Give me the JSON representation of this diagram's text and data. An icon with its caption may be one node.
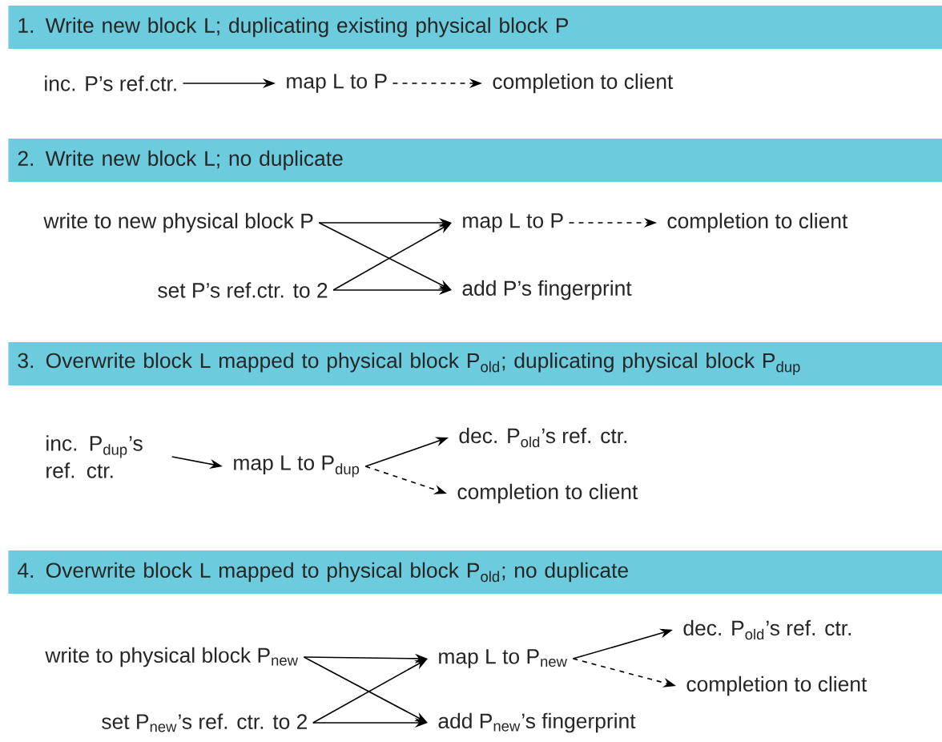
{
  "diagram": {
    "nodes": [
      {
        "text": [
          "1. Write new block L; duplicating existing physical block P"
        ]
      },
      {
        "text": [
          "inc. P’s ref.ctr."
        ]
      },
      {
        "text": [
          "map L to P"
        ]
      },
      {
        "text": [
          "completion to client"
        ]
      },
      {
        "text": [
          "2. Write new block L; no duplicate"
        ]
      },
      {
        "text": [
          "write to new physical block P"
        ]
      },
      {
        "text": [
          "map L to P"
        ]
      },
      {
        "text": [
          "completion to client"
        ]
      },
      {
        "text": [
          "set P’s ref.ctr. to 2"
        ]
      },
      {
        "text": [
          "add P’s fingerprint"
        ]
      },
      {
        "text": [
          "3. Overwrite block L mapped to physical block P$_{old}$; duplicating physical block P$_{dup}$"
        ]
      },
      {
        "text": [
          "inc. P$_{dup}$’s ref. ctr."
        ]
      },
      {
        "text": [
          "map L to P$_{dup}$"
        ]
      },
      {
        "text": [
          "dec. P$_{old}$’s ref. ctr."
        ]
      },
      {
        "text": [
          "completion to client"
        ]
      },
      {
        "text": [
          "4. Overwrite block L mapped to physical block P$_{old}$; no duplicate"
        ]
      },
      {
        "text": [
          "write to physical block P$_{new}$"
        ]
      },
      {
        "text": [
          "map L to P$_{new}$"
        ]
      },
      {
        "text": [
          "dec. P$_{old}$’s ref. ctr."
        ]
      },
      {
        "text": [
          "completion to client"
        ]
      },
      {
        "text": [
          "set P$_{new}$’s ref. ctr. to 2"
        ]
      },
      {
        "text": [
          "add P$_{new}$’s fingerprint"
        ]
      }
    ],
    "edges": [
      {
        "from": 1,
        "to": 2,
        "arrow": "to"
      },
      {
        "from": 2,
        "to": 3,
        "arrow": "to",
        "style": "dashed"
      },
      {
        "from": 5,
        "to": 6,
        "arrow": "to"
      },
      {
        "from": 5,
        "to": 9,
        "arrow": "to"
      },
      {
        "from": 8,
        "to": 6,
        "arrow": "to"
      },
      {
        "from": 8,
        "to": 9,
        "arrow": "to"
      },
      {
        "from": 6,
        "to": 7,
        "arrow": "to",
        "style": "dashed"
      },
      {
        "from": 11,
        "to": 12,
        "arrow": "to"
      },
      {
        "from": 12,
        "to": 13,
        "arrow": "to"
      },
      {
        "from": 12,
        "to": 14,
        "arrow": "to",
        "style": "dashed"
      },
      {
        "from": 16,
        "to": 17,
        "arrow": "to"
      },
      {
        "from": 16,
        "to": 21,
        "arrow": "to"
      },
      {
        "from": 20,
        "to": 17,
        "arrow": "to"
      },
      {
        "from": 20,
        "to": 21,
        "arrow": "to"
      },
      {
        "from": 17,
        "to": 18,
        "arrow": "to"
      },
      {
        "from": 17,
        "to": 19,
        "arrow": "to",
        "style": "dashed"
      }
    ]
  }
}
